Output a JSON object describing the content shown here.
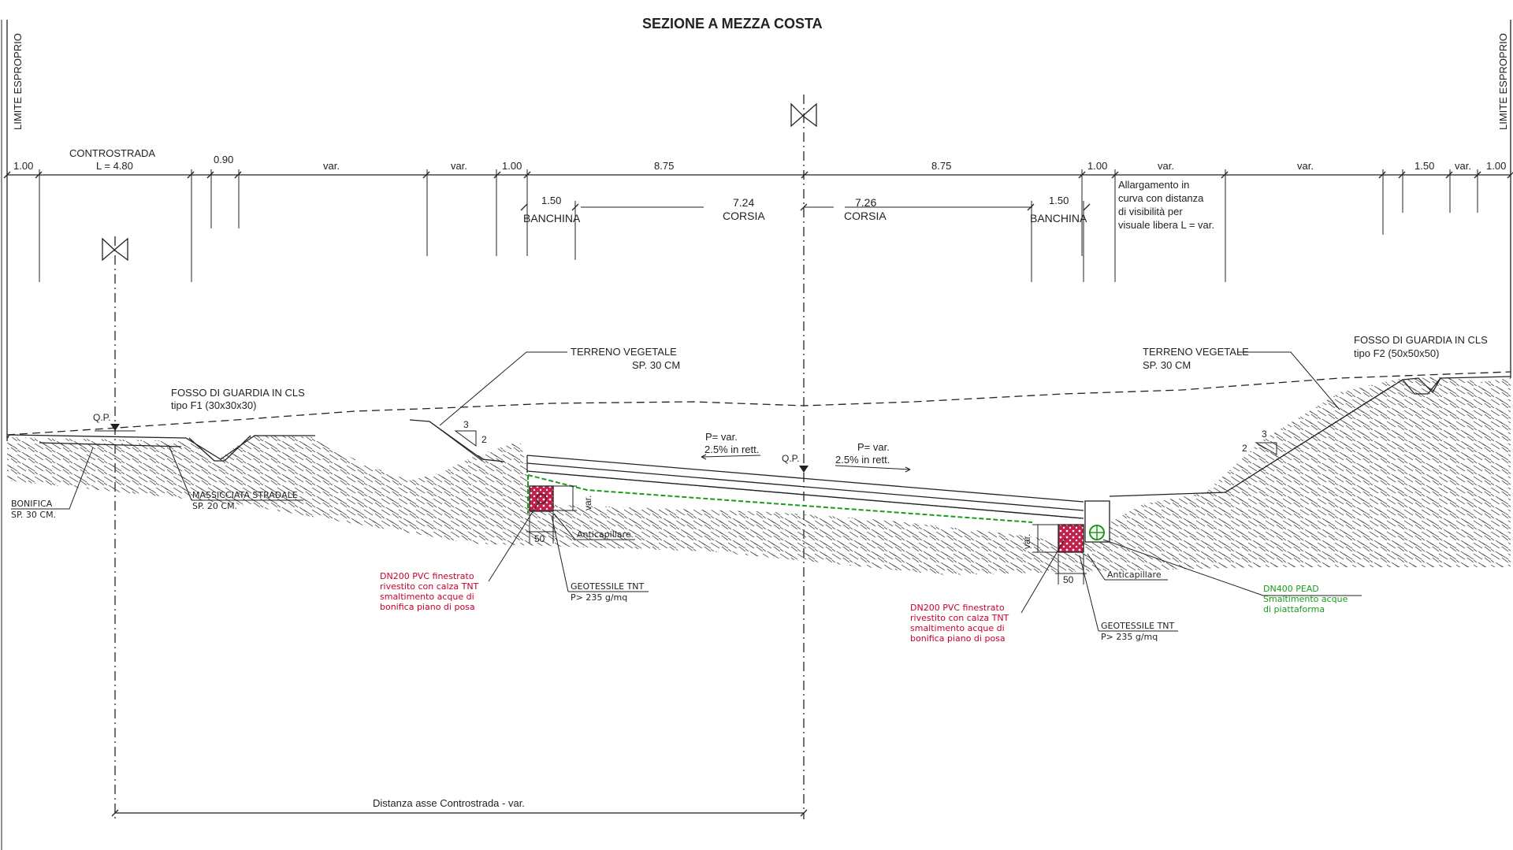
{
  "title": "SEZIONE  A MEZZA COSTA",
  "limits": {
    "left": "LIMITE ESPROPRIO",
    "right": "LIMITE ESPROPRIO"
  },
  "dims_top": {
    "d1": "1.00",
    "controstrada": "CONTROSTRADA",
    "controstrada_len": "L = 4.80",
    "d3": "0.90",
    "d4": "var.",
    "d5": "var.",
    "d6": "1.00",
    "d7": "8.75",
    "d8": "8.75",
    "d9": "1.00",
    "d10": "var.",
    "d11": "var.",
    "d12": "1.50",
    "d13": "var.",
    "d14": "1.00"
  },
  "allargamento": [
    "Allargamento in",
    "curva con distanza",
    "di visibilità per",
    "visuale libera L = var."
  ],
  "lanes": {
    "banchina_left_w": "1.50",
    "banchina_left": "BANCHINA",
    "corsia_left_w": "7.24",
    "corsia_left": "CORSIA",
    "corsia_right_w": "7.26",
    "corsia_right": "CORSIA",
    "banchina_right_w": "1.50",
    "banchina_right": "BANCHINA"
  },
  "labels": {
    "terreno_left_1": "TERRENO VEGETALE",
    "terreno_left_2": "SP. 30 CM",
    "terreno_right_1": "TERRENO VEGETALE",
    "terreno_right_2": "SP. 30 CM",
    "fosso_left_1": "FOSSO DI GUARDIA  IN  CLS",
    "fosso_left_2": "tipo F1 (30x30x30)",
    "fosso_right_1": "FOSSO DI GUARDIA  IN  CLS",
    "fosso_right_2": "tipo F2 (50x50x50)",
    "qp_left": "Q.P.",
    "qp_center": "Q.P.",
    "slope_left_1": "P= var.",
    "slope_left_2": "2.5% in rett.",
    "slope_right_1": "P= var.",
    "slope_right_2": "2.5% in rett.",
    "ratio_left_3": "3",
    "ratio_left_2": "2",
    "ratio_right_3": "3",
    "ratio_right_2": "2",
    "bonifica_1": "BONIFICA",
    "bonifica_2": "SP. 30 CM.",
    "massicciata_1": "MASSICCIATA  STRADALE",
    "massicciata_2": "SP. 20 CM.",
    "var_left": "var.",
    "var_right": "var.",
    "d50_left": "50",
    "d50_right": "50",
    "anticapillare_left": "Anticapillare",
    "anticapillare_right": "Anticapillare",
    "geotessile_left_1": "GEOTESSILE  TNT",
    "geotessile_left_2": "P> 235 g/mq",
    "geotessile_right_1": "GEOTESSILE  TNT",
    "geotessile_right_2": "P> 235 g/mq",
    "dn200_left": [
      "DN200  PVC  finestrato",
      "rivestito  con  calza  TNT",
      "smaltimento  acque  di",
      "bonifica  piano  di  posa"
    ],
    "dn200_right": [
      "DN200  PVC  finestrato",
      "rivestito  con  calza  TNT",
      "smaltimento  acque  di",
      "bonifica  piano  di  posa"
    ],
    "dn400": [
      "DN400  PEAD",
      "Smaltimento  acque",
      "di  piattaforma"
    ],
    "distanza": "Distanza asse Controstrada  - var."
  },
  "colors": {
    "line": "#222222",
    "red": "#c8002f",
    "green": "#1a9b1a",
    "drain_fill": "#c41e4a"
  }
}
